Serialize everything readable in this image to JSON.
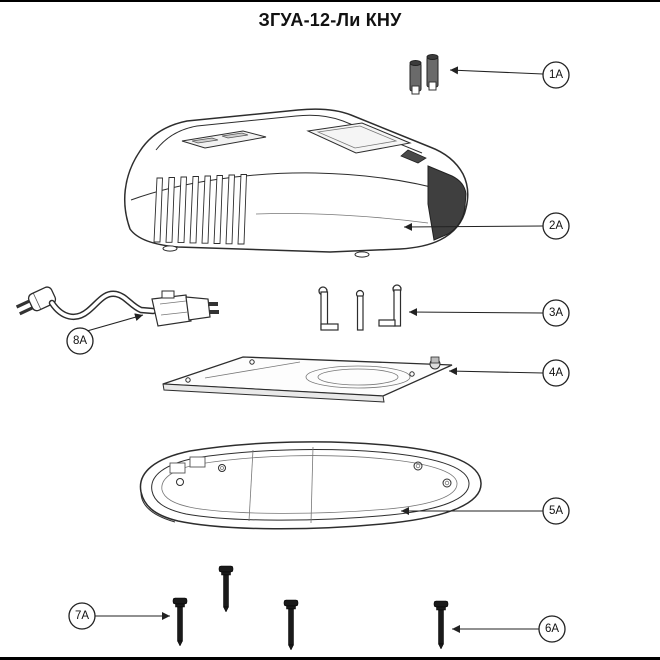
{
  "title": "ЗГУА-12-Ли КНУ",
  "callouts": [
    {
      "label": "1A"
    },
    {
      "label": "2A"
    },
    {
      "label": "3A"
    },
    {
      "label": "4A"
    },
    {
      "label": "5A"
    },
    {
      "label": "6A"
    },
    {
      "label": "7A"
    },
    {
      "label": "8A"
    }
  ],
  "colors": {
    "background": "#ffffff",
    "line": "#2d2d2d",
    "dark_panel": "#3f3f3f",
    "screw": "#1a1a1a"
  }
}
